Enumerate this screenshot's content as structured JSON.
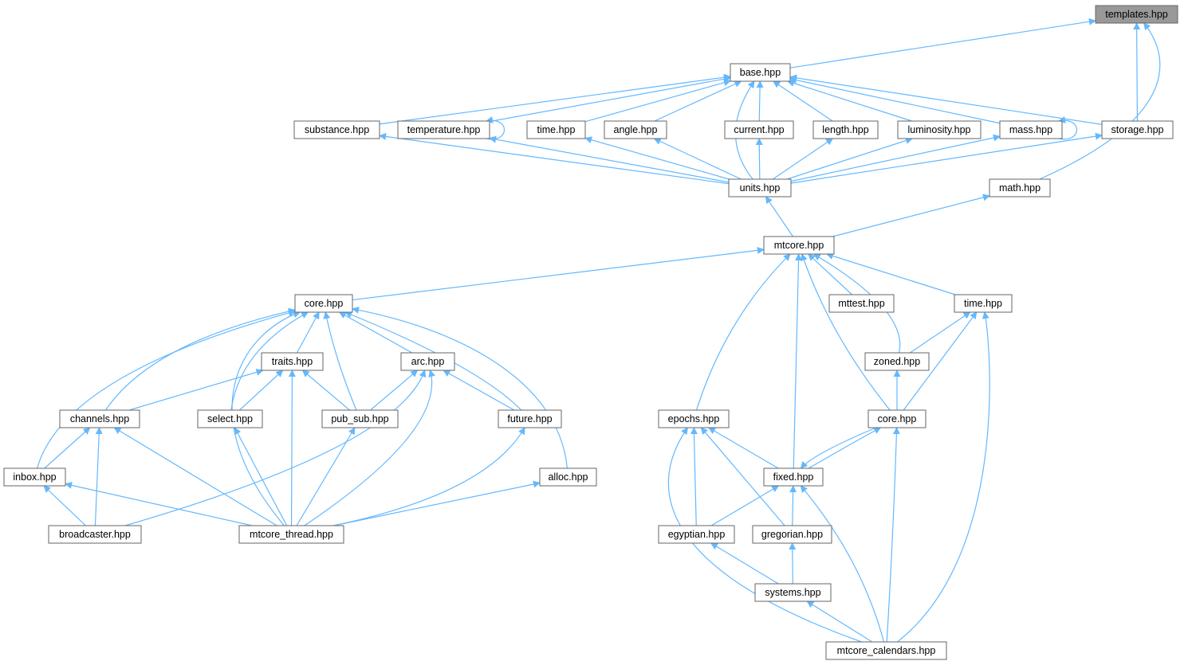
{
  "graph": {
    "title": "templates.hpp include dependency graph",
    "edge_color": "#63b8ff",
    "root_fill": "#999999",
    "nodes": [
      {
        "id": "templates",
        "label": "templates.hpp",
        "root": true
      },
      {
        "id": "base",
        "label": "base.hpp"
      },
      {
        "id": "substance",
        "label": "substance.hpp"
      },
      {
        "id": "temperature",
        "label": "temperature.hpp"
      },
      {
        "id": "time_u",
        "label": "time.hpp"
      },
      {
        "id": "angle",
        "label": "angle.hpp"
      },
      {
        "id": "current",
        "label": "current.hpp"
      },
      {
        "id": "length",
        "label": "length.hpp"
      },
      {
        "id": "luminosity",
        "label": "luminosity.hpp"
      },
      {
        "id": "mass",
        "label": "mass.hpp"
      },
      {
        "id": "storage",
        "label": "storage.hpp"
      },
      {
        "id": "units",
        "label": "units.hpp"
      },
      {
        "id": "math",
        "label": "math.hpp"
      },
      {
        "id": "mtcore",
        "label": "mtcore.hpp"
      },
      {
        "id": "core_t",
        "label": "core.hpp"
      },
      {
        "id": "mttest",
        "label": "mttest.hpp"
      },
      {
        "id": "time_c",
        "label": "time.hpp"
      },
      {
        "id": "traits",
        "label": "traits.hpp"
      },
      {
        "id": "arc",
        "label": "arc.hpp"
      },
      {
        "id": "zoned",
        "label": "zoned.hpp"
      },
      {
        "id": "channels",
        "label": "channels.hpp"
      },
      {
        "id": "select",
        "label": "select.hpp"
      },
      {
        "id": "pub_sub",
        "label": "pub_sub.hpp"
      },
      {
        "id": "future",
        "label": "future.hpp"
      },
      {
        "id": "epochs",
        "label": "epochs.hpp"
      },
      {
        "id": "core_c",
        "label": "core.hpp"
      },
      {
        "id": "inbox",
        "label": "inbox.hpp"
      },
      {
        "id": "alloc",
        "label": "alloc.hpp"
      },
      {
        "id": "fixed",
        "label": "fixed.hpp"
      },
      {
        "id": "broadcaster",
        "label": "broadcaster.hpp"
      },
      {
        "id": "mtcore_thread",
        "label": "mtcore_thread.hpp"
      },
      {
        "id": "egyptian",
        "label": "egyptian.hpp"
      },
      {
        "id": "gregorian",
        "label": "gregorian.hpp"
      },
      {
        "id": "systems",
        "label": "systems.hpp"
      },
      {
        "id": "mtcore_calendars",
        "label": "mtcore_calendars.hpp"
      }
    ],
    "edges": [
      {
        "from": "base",
        "to": "templates"
      },
      {
        "from": "storage",
        "to": "templates"
      },
      {
        "from": "math",
        "to": "templates"
      },
      {
        "from": "substance",
        "to": "base"
      },
      {
        "from": "temperature",
        "to": "base"
      },
      {
        "from": "temperature",
        "to": "temperature"
      },
      {
        "from": "time_u",
        "to": "base"
      },
      {
        "from": "angle",
        "to": "base"
      },
      {
        "from": "current",
        "to": "base"
      },
      {
        "from": "length",
        "to": "base"
      },
      {
        "from": "luminosity",
        "to": "base"
      },
      {
        "from": "mass",
        "to": "base"
      },
      {
        "from": "mass",
        "to": "mass"
      },
      {
        "from": "storage",
        "to": "base"
      },
      {
        "from": "units",
        "to": "base"
      },
      {
        "from": "units",
        "to": "substance"
      },
      {
        "from": "units",
        "to": "temperature"
      },
      {
        "from": "units",
        "to": "time_u"
      },
      {
        "from": "units",
        "to": "angle"
      },
      {
        "from": "units",
        "to": "current"
      },
      {
        "from": "units",
        "to": "length"
      },
      {
        "from": "units",
        "to": "luminosity"
      },
      {
        "from": "units",
        "to": "mass"
      },
      {
        "from": "units",
        "to": "storage"
      },
      {
        "from": "mtcore",
        "to": "units"
      },
      {
        "from": "mtcore",
        "to": "math"
      },
      {
        "from": "core_t",
        "to": "mtcore"
      },
      {
        "from": "mttest",
        "to": "mtcore"
      },
      {
        "from": "time_c",
        "to": "mtcore"
      },
      {
        "from": "zoned",
        "to": "mtcore"
      },
      {
        "from": "epochs",
        "to": "mtcore"
      },
      {
        "from": "core_c",
        "to": "mtcore"
      },
      {
        "from": "fixed",
        "to": "mtcore"
      },
      {
        "from": "traits",
        "to": "core_t"
      },
      {
        "from": "arc",
        "to": "core_t"
      },
      {
        "from": "channels",
        "to": "core_t"
      },
      {
        "from": "select",
        "to": "core_t"
      },
      {
        "from": "pub_sub",
        "to": "core_t"
      },
      {
        "from": "future",
        "to": "core_t"
      },
      {
        "from": "inbox",
        "to": "core_t"
      },
      {
        "from": "alloc",
        "to": "core_t"
      },
      {
        "from": "mtcore_thread",
        "to": "core_t"
      },
      {
        "from": "channels",
        "to": "traits"
      },
      {
        "from": "select",
        "to": "traits"
      },
      {
        "from": "pub_sub",
        "to": "traits"
      },
      {
        "from": "mtcore_thread",
        "to": "traits"
      },
      {
        "from": "pub_sub",
        "to": "arc"
      },
      {
        "from": "future",
        "to": "arc"
      },
      {
        "from": "broadcaster",
        "to": "arc"
      },
      {
        "from": "mtcore_thread",
        "to": "arc"
      },
      {
        "from": "inbox",
        "to": "channels"
      },
      {
        "from": "broadcaster",
        "to": "channels"
      },
      {
        "from": "mtcore_thread",
        "to": "channels"
      },
      {
        "from": "mtcore_thread",
        "to": "select"
      },
      {
        "from": "mtcore_thread",
        "to": "pub_sub"
      },
      {
        "from": "mtcore_thread",
        "to": "future"
      },
      {
        "from": "broadcaster",
        "to": "inbox"
      },
      {
        "from": "mtcore_thread",
        "to": "inbox"
      },
      {
        "from": "mtcore_thread",
        "to": "alloc"
      },
      {
        "from": "zoned",
        "to": "time_c"
      },
      {
        "from": "core_c",
        "to": "time_c"
      },
      {
        "from": "mtcore_calendars",
        "to": "time_c"
      },
      {
        "from": "core_c",
        "to": "zoned"
      },
      {
        "from": "fixed",
        "to": "core_c"
      },
      {
        "from": "mtcore_calendars",
        "to": "core_c"
      },
      {
        "from": "core_c",
        "to": "fixed"
      },
      {
        "from": "fixed",
        "to": "epochs"
      },
      {
        "from": "egyptian",
        "to": "epochs"
      },
      {
        "from": "gregorian",
        "to": "epochs"
      },
      {
        "from": "mtcore_calendars",
        "to": "epochs"
      },
      {
        "from": "egyptian",
        "to": "fixed"
      },
      {
        "from": "gregorian",
        "to": "fixed"
      },
      {
        "from": "mtcore_calendars",
        "to": "fixed"
      },
      {
        "from": "systems",
        "to": "egyptian"
      },
      {
        "from": "systems",
        "to": "gregorian"
      },
      {
        "from": "mtcore_calendars",
        "to": "systems"
      }
    ]
  }
}
